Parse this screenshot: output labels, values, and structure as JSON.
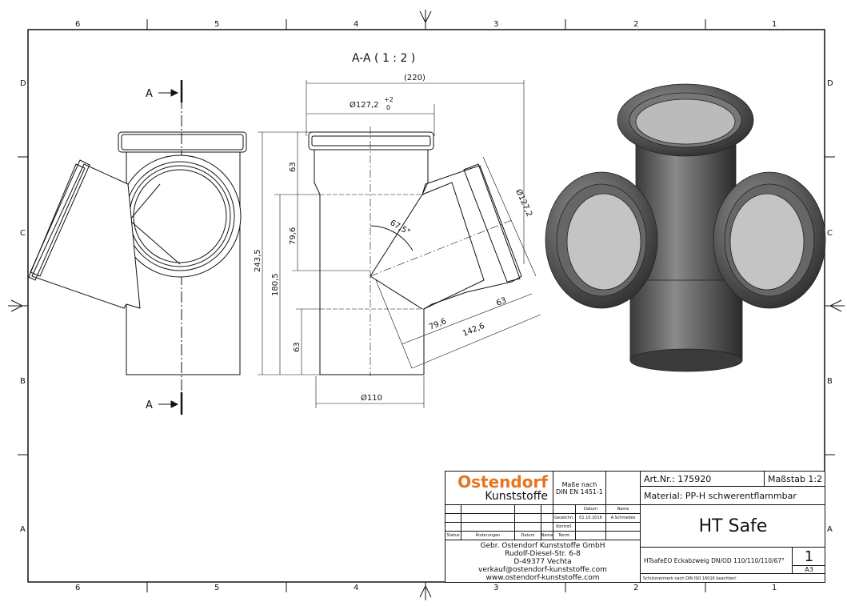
{
  "zones": {
    "columns": [
      "6",
      "5",
      "4",
      "3",
      "2",
      "1"
    ],
    "rows": [
      "D",
      "C",
      "B",
      "A"
    ]
  },
  "section_title": "A-A ( 1 : 2 )",
  "section_marks": [
    "A",
    "A"
  ],
  "dimensions": {
    "overall_width": "(220)",
    "socket_diameter": "Ø127,2",
    "tol_plus": "+2",
    "tol_zero": "0",
    "socket_diameter_branch": "Ø127,2",
    "height_total": "243,5",
    "height_180": "180,5",
    "top_63": "63",
    "mid_79": "79,6",
    "bottom_63": "63",
    "angle": "67,5°",
    "branch_63": "63",
    "branch_79": "79,6",
    "branch_142": "142,6",
    "bottom_diameter": "Ø110"
  },
  "title_block": {
    "logo_top": "Ostendorf",
    "logo_bottom": "Kunststoffe",
    "norm_line1": "Maße nach",
    "norm_line2": "DIN EN 1451-1",
    "hdr_datum": "Datum",
    "hdr_name": "Name",
    "gezeichn": "Gezeichn.",
    "date": "01.10.2016",
    "drawn_by": "A.Schmedes",
    "kontroll": "Kontroll.",
    "norm": "Norm",
    "status": "Status",
    "aenderungen": "Änderungen",
    "datum2": "Datum",
    "name2": "Name",
    "company": "Gebr. Ostendorf Kunststoffe GmbH",
    "street": "Rudolf-Diesel-Str. 6-8",
    "city": "D-49377 Vechta",
    "email": "verkauf@ostendorf-kunststoffe.com",
    "web": "www.ostendorf-kunststoffe.com",
    "art_nr": "Art.Nr.: 175920",
    "scale": "Maßstab 1:2",
    "material": "Material: PP-H schwerentflammbar",
    "product": "HT Safe",
    "description": "HTsafeEO Eckabzweig DN/OD 110/110/110/67°",
    "sheet": "1",
    "format": "A3",
    "protection": "Schutzvermerk nach DIN ISO 16016 beachten!"
  },
  "colors": {
    "logo_orange": "#e8731e",
    "line": "#111111",
    "render_gray": "#555555"
  }
}
